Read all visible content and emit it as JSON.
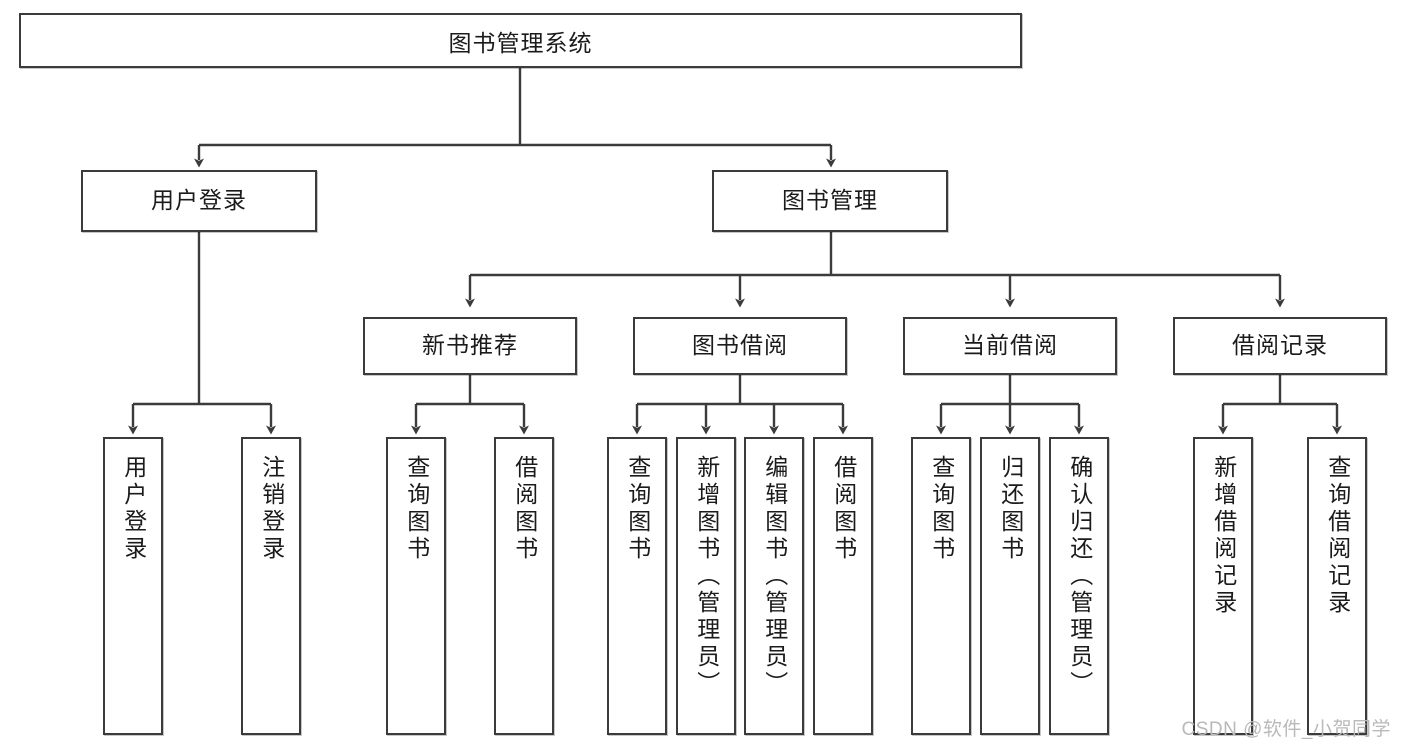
{
  "diagram": {
    "title": "图书管理系统",
    "type": "tree-hierarchy-chart",
    "root": {
      "label": "图书管理系统"
    },
    "level2": [
      {
        "label": "用户登录"
      },
      {
        "label": "图书管理"
      }
    ],
    "level3": [
      {
        "label": "新书推荐"
      },
      {
        "label": "图书借阅"
      },
      {
        "label": "当前借阅"
      },
      {
        "label": "借阅记录"
      }
    ],
    "leaves": [
      {
        "label": "用户登录",
        "parent": "用户登录"
      },
      {
        "label": "注销登录",
        "parent": "用户登录"
      },
      {
        "label": "查询图书",
        "parent": "新书推荐"
      },
      {
        "label": "借阅图书",
        "parent": "新书推荐"
      },
      {
        "label": "查询图书",
        "parent": "图书借阅"
      },
      {
        "label": "新增图书（管理员）",
        "parent": "图书借阅"
      },
      {
        "label": "编辑图书（管理员）",
        "parent": "图书借阅"
      },
      {
        "label": "借阅图书",
        "parent": "图书借阅"
      },
      {
        "label": "查询图书",
        "parent": "当前借阅"
      },
      {
        "label": "归还图书",
        "parent": "当前借阅"
      },
      {
        "label": "确认归还（管理员）",
        "parent": "当前借阅"
      },
      {
        "label": "新增借阅记录",
        "parent": "借阅记录"
      },
      {
        "label": "查询借阅记录",
        "parent": "借阅记录"
      }
    ]
  },
  "watermark": {
    "text": "CSDN @软件_小贺同学"
  },
  "colors": {
    "stroke": "#3b3b3b",
    "fill": "#ffffff",
    "text": "#1b1b1b",
    "watermark": "#b9b9b9"
  }
}
